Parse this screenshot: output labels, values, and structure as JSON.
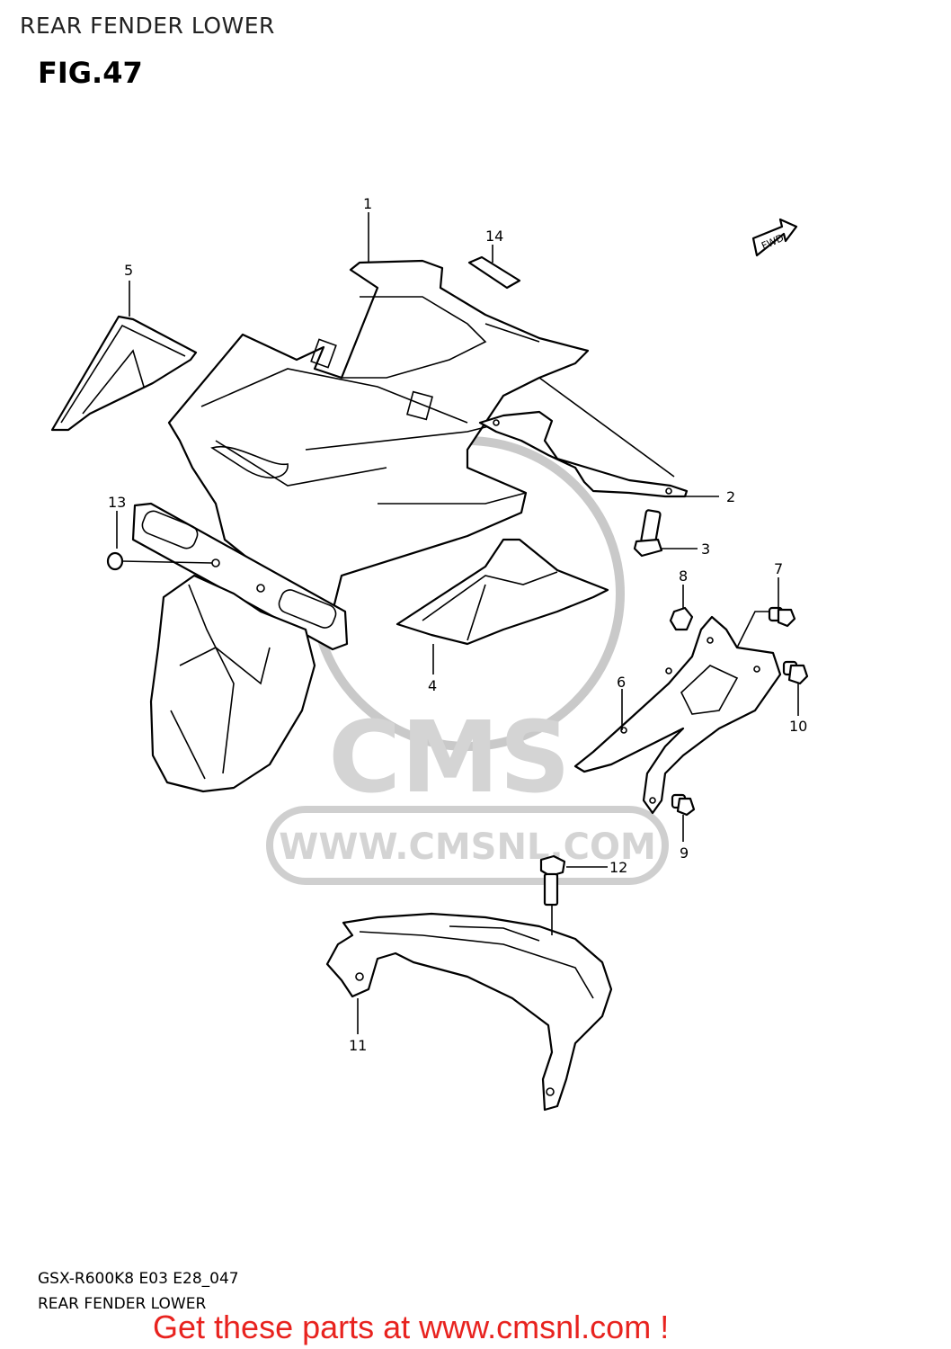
{
  "header": {
    "title": "REAR FENDER LOWER",
    "figure": "FIG.47"
  },
  "diagram": {
    "fwd_label": "FWD",
    "callouts": [
      "1",
      "2",
      "3",
      "4",
      "5",
      "6",
      "7",
      "8",
      "9",
      "10",
      "11",
      "12",
      "13",
      "14"
    ],
    "watermark": {
      "brand": "CMS",
      "url": "WWW.CMSNL.COM"
    }
  },
  "footer": {
    "model_code": "GSX-R600K8 E03 E28_047",
    "name": "REAR FENDER LOWER",
    "cta": "Get these parts at www.cmsnl.com !"
  },
  "colors": {
    "cta": "#e8231f",
    "line": "#000000",
    "watermark": "#c9c9c9"
  }
}
